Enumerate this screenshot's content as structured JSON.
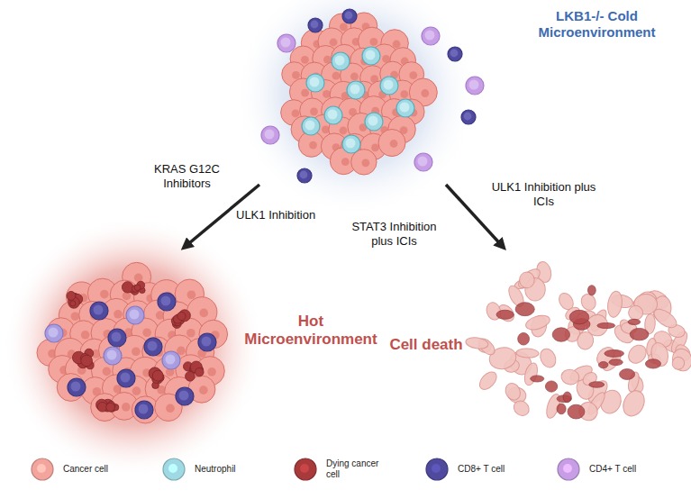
{
  "diagram": {
    "nodes": [
      {
        "text": [
          "LKB1-/- Cold Microenvironment"
        ]
      },
      {
        "text": [
          "Hot Microenvironment"
        ]
      },
      {
        "text": [
          "Cell death"
        ]
      }
    ],
    "edges": [
      {
        "from": 0,
        "to": 1,
        "arrow": "to",
        "label": "ULK1 Inhibition"
      },
      {
        "from": 0,
        "to": 2,
        "arrow": "to",
        "label": "ULK1 Inhibition plus ICIs"
      }
    ],
    "labels": [
      "KRAS G12C Inhibitors",
      "STAT3 Inhibition plus ICIs"
    ],
    "legend": [
      {
        "text": "Cancer cell",
        "color": "#f3a49c"
      },
      {
        "text": "Neutrophil",
        "color": "#9fd9e3"
      },
      {
        "text": "Dying cancer cell",
        "color": "#a83a3c"
      },
      {
        "text": "CD8+ T cell",
        "color": "#4f4a9e"
      },
      {
        "text": "CD4+ T cell",
        "color": "#c79ee6"
      }
    ]
  }
}
